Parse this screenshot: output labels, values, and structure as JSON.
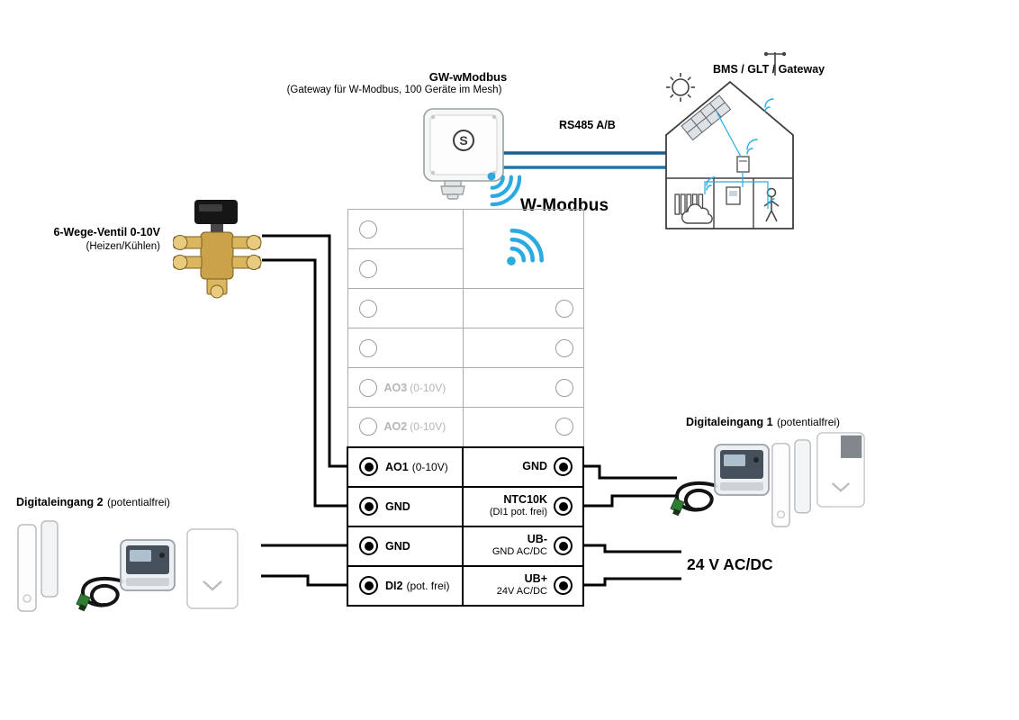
{
  "colors": {
    "wifi_blue": "#29abe2",
    "rs485_line_a": "#175f8f",
    "rs485_line_b": "#2076a8",
    "wire": "#000000",
    "inactive_border": "#ababab",
    "active_border": "#000000",
    "gray_text": "#b5b5b5"
  },
  "header": {
    "gateway_title": "GW-wModbus",
    "gateway_subtitle": "(Gateway für W-Modbus, 100 Geräte im Mesh)",
    "rs485_label": "RS485 A/B",
    "bms_label": "BMS / GLT / Gateway",
    "wmodbus_label": "W-Modbus"
  },
  "gateway_device": {
    "logo_letter": "S"
  },
  "left": {
    "valve_title": "6-Wege-Ventil 0-10V",
    "valve_subtitle": "(Heizen/Kühlen)",
    "di2_title": "Digitaleingang 2",
    "di2_subtitle": "(potentialfrei)"
  },
  "right": {
    "di1_title": "Digitaleingang 1",
    "di1_subtitle": "(potentialfrei)",
    "power_label": "24 V AC/DC"
  },
  "terminals": {
    "gray_rows": [
      {
        "main": "",
        "sub": ""
      },
      {
        "main": "",
        "sub": ""
      },
      {
        "main": "",
        "sub": ""
      },
      {
        "main": "",
        "sub": ""
      },
      {
        "main": "AO3",
        "sub": "(0-10V)"
      },
      {
        "main": "AO2",
        "sub": "(0-10V)"
      }
    ],
    "active_rows": [
      {
        "left_main": "AO1",
        "left_sub": "(0-10V)",
        "right_line1": "GND",
        "right_line2": ""
      },
      {
        "left_main": "GND",
        "left_sub": "",
        "right_line1": "NTC10K",
        "right_line2": "(DI1 pot. frei)"
      },
      {
        "left_main": "GND",
        "left_sub": "",
        "right_line1": "UB-",
        "right_line2": "GND AC/DC"
      },
      {
        "left_main": "DI2",
        "left_sub": "(pot. frei)",
        "right_line1": "UB+",
        "right_line2": "24V AC/DC"
      }
    ]
  }
}
